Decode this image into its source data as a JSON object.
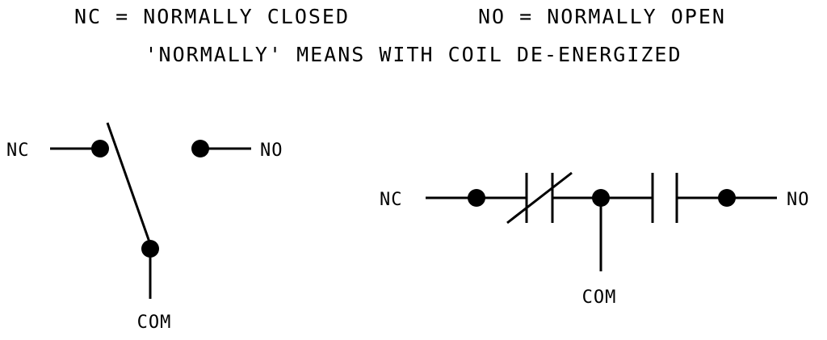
{
  "header": {
    "line1_left": "NC = NORMALLY CLOSED",
    "line1_right": "NO = NORMALLY OPEN",
    "line2": "'NORMALLY' MEANS WITH COIL DE-ENERGIZED"
  },
  "switch_diagram": {
    "nc_label": "NC",
    "no_label": "NO",
    "com_label": "COM"
  },
  "contact_diagram": {
    "nc_label": "NC",
    "no_label": "NO",
    "com_label": "COM"
  }
}
